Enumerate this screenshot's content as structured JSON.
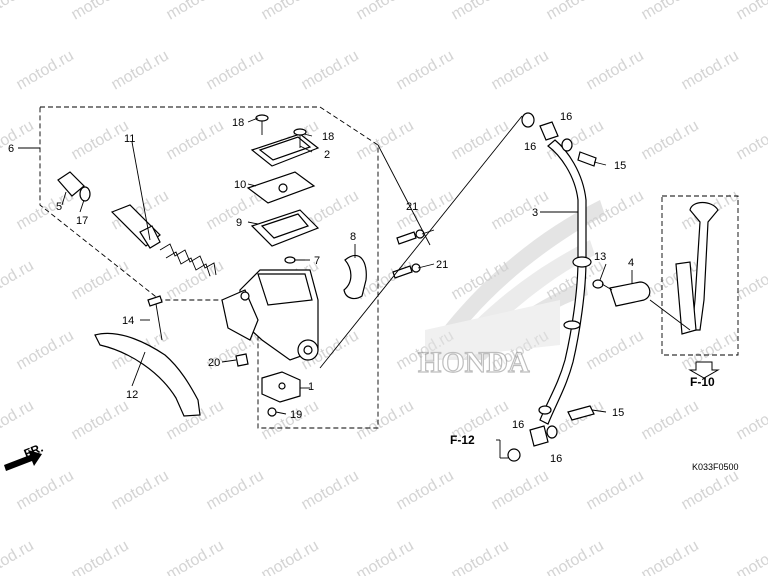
{
  "watermark": "motod.ru",
  "drawing_code": "K033F0500",
  "brand_logo": "HONDA",
  "direction_tag": "FR.",
  "section_refs": [
    "F-10",
    "F-12"
  ],
  "callouts": [
    "1",
    "2",
    "3",
    "4",
    "5",
    "6",
    "7",
    "8",
    "9",
    "10",
    "11",
    "12",
    "13",
    "14",
    "15",
    "15",
    "16",
    "16",
    "16",
    "16",
    "17",
    "18",
    "18",
    "19",
    "20",
    "21",
    "21"
  ]
}
